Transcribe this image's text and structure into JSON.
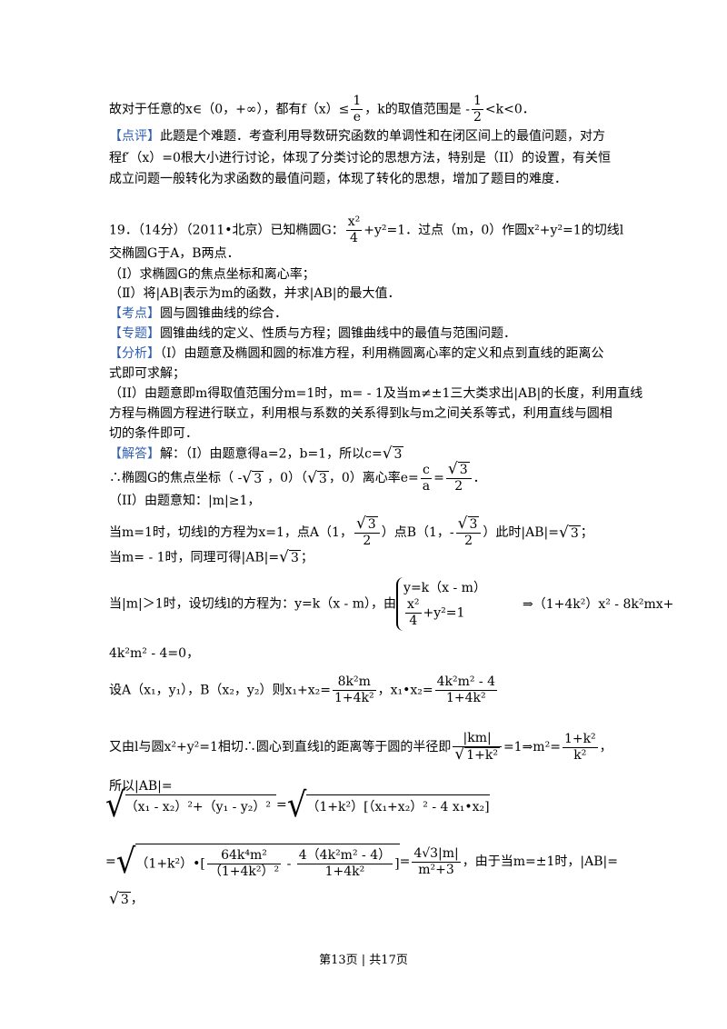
{
  "prev": {
    "conclusion_a": "故对于任意的x∈（0，+∞），都有f（x）≤",
    "conclusion_frac_num": "1",
    "conclusion_frac_den": "e",
    "conclusion_b": "，k的取值范围是 -",
    "conclusion_frac2_num": "1",
    "conclusion_frac2_den": "2",
    "conclusion_c": "<k<0．",
    "review_tag": "【点评】",
    "review_1": "此题是个难题．考查利用导数研究函数的单调性和在闭区间上的最值问题，对方",
    "review_2": "程f′（x）=0根大小进行讨论，体现了分类讨论的思想方法，特别是（II）的设置，有关恒",
    "review_3": "成立问题一般转化为求函数的最值问题，体现了转化的思想，增加了题目的难度．"
  },
  "q19": {
    "head_a": "19．（14分）（2011•北京）已知椭圆G：",
    "ell_num": "x²",
    "ell_den": "4",
    "head_b": "+y²=1．过点（m，0）作圆x²+y²=1的切线l",
    "head_c": "交椭圆G于A，B两点．",
    "part1": "（Ⅰ）求椭圆G的焦点坐标和离心率；",
    "part2": "（Ⅱ）将|AB|表示为m的函数，并求|AB|的最大值．",
    "kaodian_tag": "【考点】",
    "kaodian": "圆与圆锥曲线的综合．",
    "zhuanti_tag": "【专题】",
    "zhuanti": "圆锥曲线的定义、性质与方程；圆锥曲线中的最值与范围问题．",
    "fenxi_tag": "【分析】",
    "fenxi_1": "（I）由题意及椭圆和圆的标准方程，利用椭圆离心率的定义和点到直线的距离公",
    "fenxi_2": "式即可求解；",
    "fenxi_3": "（II）由题意即m得取值范围分m=1时，m= - 1及当m≠±1三大类求出|AB|的长度，利用直线",
    "fenxi_4": "方程与椭圆方程进行联立，利用根与系数的关系得到k与m之间关系等式，利用直线与圆相",
    "fenxi_5": "切的条件即可．",
    "jieda_tag": "【解答】",
    "jieda_1": "解：（I）由题意得a=2，b=1，所以c=",
    "sqrt3": "3",
    "focus_a": "∴椭圆G的焦点坐标（ -",
    "focus_b": "，0）（",
    "focus_c": "，0）离心率e=",
    "ecc_c": "c",
    "ecc_a": "a",
    "ecc_eq": "=",
    "ecc_den": "2",
    "ecc_end": "．",
    "ii_1": "（II）由题意知：|m|≥1，",
    "m1_a": "当m=1时，切线l的方程为x=1，点A（1，",
    "m1_b": "）点B（1，-",
    "m1_c": "）此时|AB|=",
    "m1_d": "；",
    "mm1_a": "当m= - 1时，同理可得|AB|=",
    "mm1_b": "；",
    "gen_a": "当|m|＞1时，设切线l的方程为：y=k（x - m），由",
    "sys_1": "y=k（x - m）",
    "sys_2_num": "x²",
    "sys_2_den": "4",
    "sys_2_rest": "+y²=1",
    "gen_b": "⇒（1+4k²）x² - 8k²mx+",
    "gen_c": "4k²m² - 4=0，",
    "vieta_a": "设A（x₁，y₁），B（x₂，y₂）则x₁+x₂=",
    "vieta_n1": "8k²m",
    "vieta_d1": "1+4k²",
    "vieta_b": "，x₁•x₂=",
    "vieta_n2": "4k²m² - 4",
    "vieta_d2": "1+4k²",
    "tan_a": "又由l与圆x²+y²=1相切∴圆心到直线l的距离等于圆的半径即",
    "tan_num": "|km|",
    "tan_den": "1+k²",
    "tan_b": "=1⇒m²=",
    "tan_n2": "1+k²",
    "tan_d2": "k²",
    "tan_c": "，",
    "ab_label": "所以|AB|=",
    "ab_r1a": "（x₁ - x₂）²+（y₁ - y₂）²",
    "ab_r1b": "=",
    "ab_r1c": "（1+k²）[（x₁+x₂）² - 4 x₁•x₂]",
    "ab_r2a": "=",
    "ab_r2b": "（1+k²）•[",
    "ab_r2n1": "64k⁴m²",
    "ab_r2d1": "（1+4k²）²",
    "ab_r2m": " - ",
    "ab_r2n2": "4（4k²m² - 4）",
    "ab_r2d2": "1+4k²",
    "ab_r2c": "]",
    "ab_r2e": "=",
    "ab_r2n3": "4√3|m|",
    "ab_r2d3": "m²+3",
    "ab_r2f": "，由于当m=±1时，|AB|=",
    "ab_r3": "，"
  },
  "footer": "第13页 | 共17页"
}
